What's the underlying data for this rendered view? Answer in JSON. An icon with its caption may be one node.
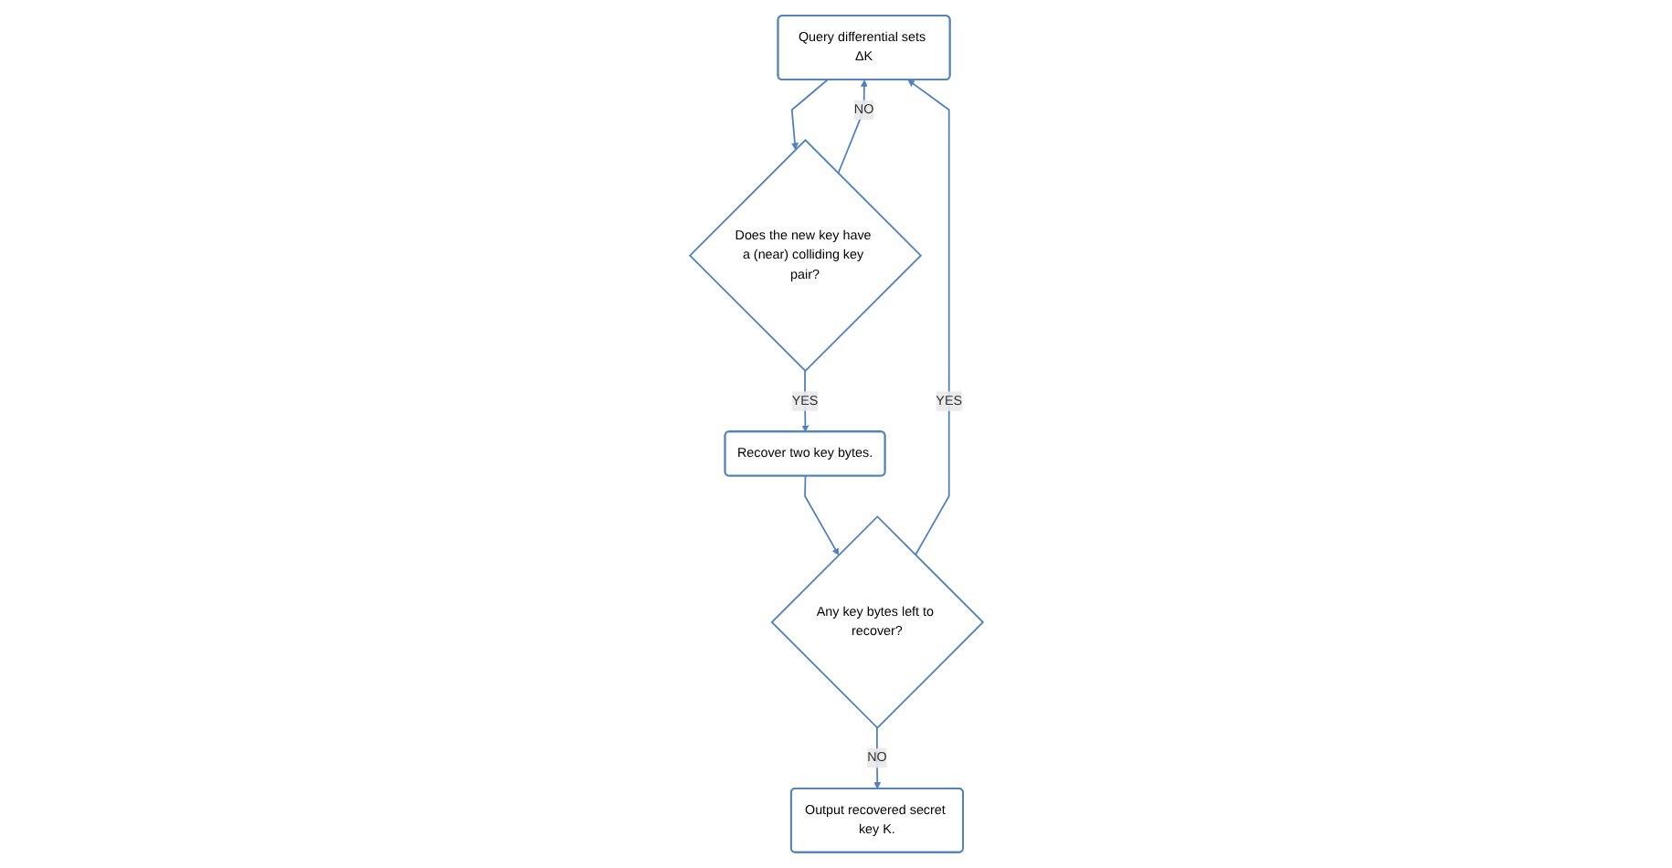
{
  "diagram": {
    "nodes": [
      {
        "text": [
          "Query differential sets ΔK"
        ]
      },
      {
        "text": [
          "Does the new key have a (near) colliding key pair?"
        ]
      },
      {
        "text": [
          "Recover two key bytes."
        ]
      },
      {
        "text": [
          "Any key bytes left to recover?"
        ]
      },
      {
        "text": [
          "Output recovered secret key K."
        ]
      }
    ],
    "edges": [
      {
        "from": 0,
        "to": 1,
        "arrow": "to"
      },
      {
        "from": 1,
        "to": 0,
        "arrow": "to",
        "label": "NO"
      },
      {
        "from": 1,
        "to": 2,
        "arrow": "to",
        "label": "YES"
      },
      {
        "from": 2,
        "to": 3,
        "arrow": "to"
      },
      {
        "from": 3,
        "to": 4,
        "arrow": "to",
        "label": "NO"
      },
      {
        "from": 3,
        "to": 0,
        "arrow": "to",
        "label": "YES"
      }
    ]
  }
}
